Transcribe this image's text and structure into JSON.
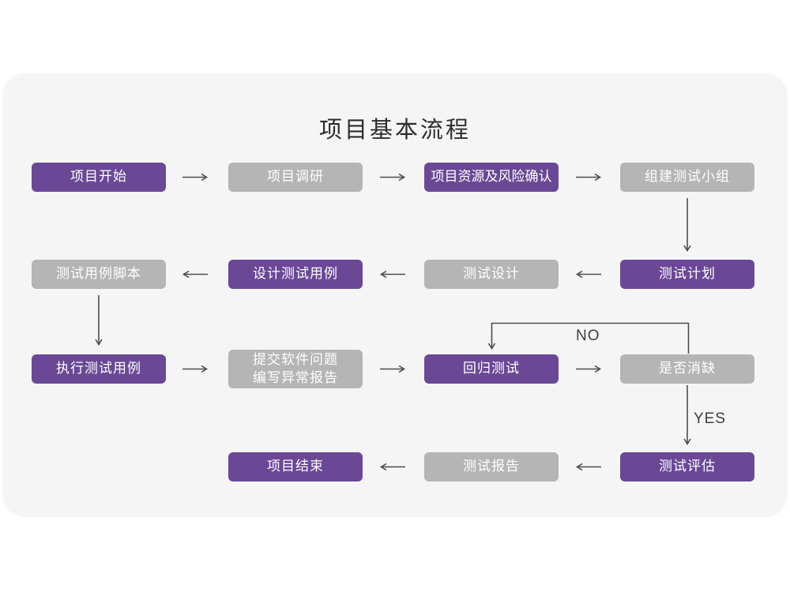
{
  "title": "项目基本流程",
  "colors": {
    "node_purple": "#6A4896",
    "node_gray": "#B5B5B5",
    "card_background": "#F5F5F6",
    "arrow": "#4D4D4D",
    "title_text": "#2D2D2D"
  },
  "nodes": [
    {
      "id": "start",
      "label": "项目开始",
      "variant": "purple"
    },
    {
      "id": "research",
      "label": "项目调研",
      "variant": "gray"
    },
    {
      "id": "resource",
      "label": "项目资源及风险确认",
      "variant": "purple"
    },
    {
      "id": "team",
      "label": "组建测试小组",
      "variant": "gray"
    },
    {
      "id": "script",
      "label": "测试用例脚本",
      "variant": "gray"
    },
    {
      "id": "design_cases",
      "label": "设计测试用例",
      "variant": "purple"
    },
    {
      "id": "test_design",
      "label": "测试设计",
      "variant": "gray"
    },
    {
      "id": "plan",
      "label": "测试计划",
      "variant": "purple"
    },
    {
      "id": "execute",
      "label": "执行测试用例",
      "variant": "purple"
    },
    {
      "id": "submit",
      "label": "提交软件问题\n编写异常报告",
      "variant": "gray"
    },
    {
      "id": "regression",
      "label": "回归测试",
      "variant": "purple"
    },
    {
      "id": "defect",
      "label": "是否消缺",
      "variant": "gray"
    },
    {
      "id": "end",
      "label": "项目结束",
      "variant": "purple"
    },
    {
      "id": "report",
      "label": "测试报告",
      "variant": "gray"
    },
    {
      "id": "eval",
      "label": "测试评估",
      "variant": "purple"
    }
  ],
  "edge_labels": {
    "no": "NO",
    "yes": "YES"
  }
}
